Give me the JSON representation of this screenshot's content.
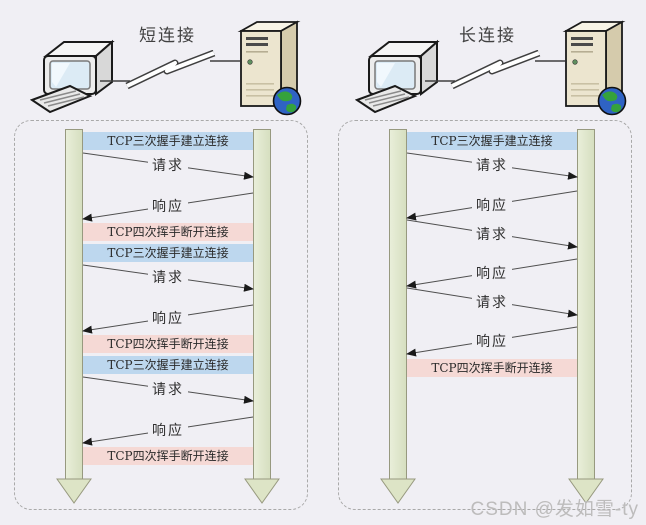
{
  "watermark": {
    "text": "CSDN @发如雪-ty",
    "color": "#bdbcbc"
  },
  "colors": {
    "page_bg": "#f0eff4",
    "panel_border": "#a9a9a9",
    "connect_banner_bg": "#bdd7ee",
    "disconnect_banner_bg": "#f5d9d5",
    "lifeline_border": "#97997f",
    "arrow": "#4f4f4f"
  },
  "panels": [
    {
      "id": "short",
      "title": "短连接",
      "client_icon": "computer-icon",
      "link_icon": "lightning-link-icon",
      "server_icon": "server-icon",
      "sequence": [
        {
          "type": "banner",
          "kind": "connect",
          "label": "TCP三次握手建立连接"
        },
        {
          "type": "message",
          "dir": "right",
          "label": "请求"
        },
        {
          "type": "message",
          "dir": "left",
          "label": "响应"
        },
        {
          "type": "banner",
          "kind": "disconnect",
          "label": "TCP四次挥手断开连接"
        },
        {
          "type": "banner",
          "kind": "connect",
          "label": "TCP三次握手建立连接"
        },
        {
          "type": "message",
          "dir": "right",
          "label": "请求"
        },
        {
          "type": "message",
          "dir": "left",
          "label": "响应"
        },
        {
          "type": "banner",
          "kind": "disconnect",
          "label": "TCP四次挥手断开连接"
        },
        {
          "type": "banner",
          "kind": "connect",
          "label": "TCP三次握手建立连接"
        },
        {
          "type": "message",
          "dir": "right",
          "label": "请求"
        },
        {
          "type": "message",
          "dir": "left",
          "label": "响应"
        },
        {
          "type": "banner",
          "kind": "disconnect",
          "label": "TCP四次挥手断开连接"
        }
      ]
    },
    {
      "id": "long",
      "title": "长连接",
      "client_icon": "computer-icon",
      "link_icon": "lightning-link-icon",
      "server_icon": "server-icon",
      "sequence": [
        {
          "type": "banner",
          "kind": "connect",
          "label": "TCP三次握手建立连接"
        },
        {
          "type": "message",
          "dir": "right",
          "label": "请求"
        },
        {
          "type": "message",
          "dir": "left",
          "label": "响应"
        },
        {
          "type": "message",
          "dir": "right",
          "label": "请求"
        },
        {
          "type": "message",
          "dir": "left",
          "label": "响应"
        },
        {
          "type": "message",
          "dir": "right",
          "label": "请求"
        },
        {
          "type": "message",
          "dir": "left",
          "label": "响应"
        },
        {
          "type": "banner",
          "kind": "disconnect",
          "label": "TCP四次挥手断开连接"
        }
      ]
    }
  ]
}
